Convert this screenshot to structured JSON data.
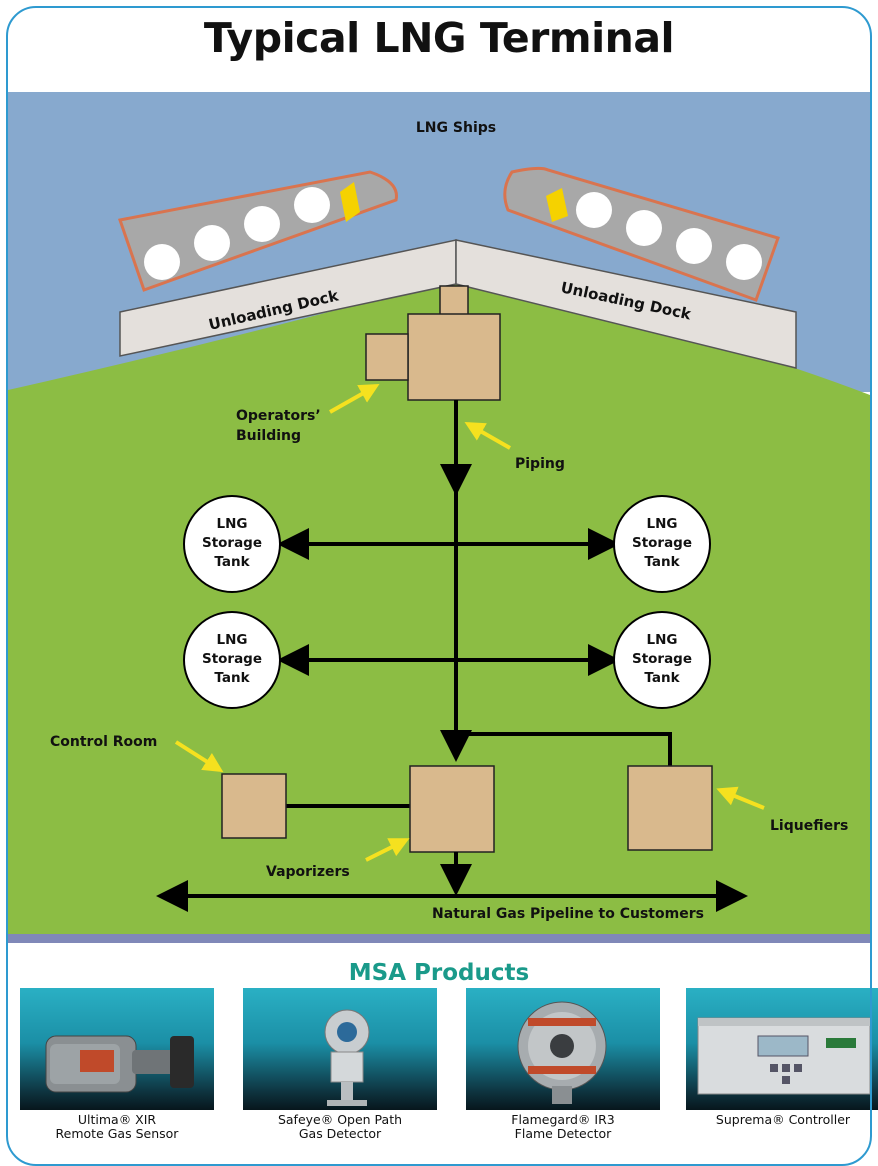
{
  "title": "Typical LNG Terminal",
  "diagram": {
    "ships_label": "LNG Ships",
    "dock_left": "Unloading Dock",
    "dock_right": "Unloading Dock",
    "operators_building": [
      "Operators’",
      "Building"
    ],
    "piping": "Piping",
    "tank_lines": [
      "LNG",
      "Storage",
      "Tank"
    ],
    "control_room": "Control Room",
    "vaporizers": "Vaporizers",
    "liquefiers": "Liquefiers",
    "pipeline": "Natural Gas Pipeline to Customers",
    "colors": {
      "sky": "#87a9ce",
      "land": "#8cbd44",
      "building": "#d9b98d",
      "dock": "#e4e0dc",
      "ship_border": "#d9744f",
      "ship_fill": "#a8a8a8",
      "callout": "#f5e11f",
      "water_strip": "#8088b8"
    }
  },
  "products": {
    "title": "MSA Products",
    "items": [
      {
        "lines": [
          "Ultima® XIR",
          "Remote Gas Sensor"
        ],
        "icon": "gas-sensor-icon"
      },
      {
        "lines": [
          "Safeye® Open Path",
          "Gas Detector"
        ],
        "icon": "gas-detector-icon"
      },
      {
        "lines": [
          "Flamegard® IR3",
          "Flame Detector"
        ],
        "icon": "flame-detector-icon"
      },
      {
        "lines": [
          "Suprema® Controller"
        ],
        "icon": "controller-icon"
      }
    ]
  }
}
